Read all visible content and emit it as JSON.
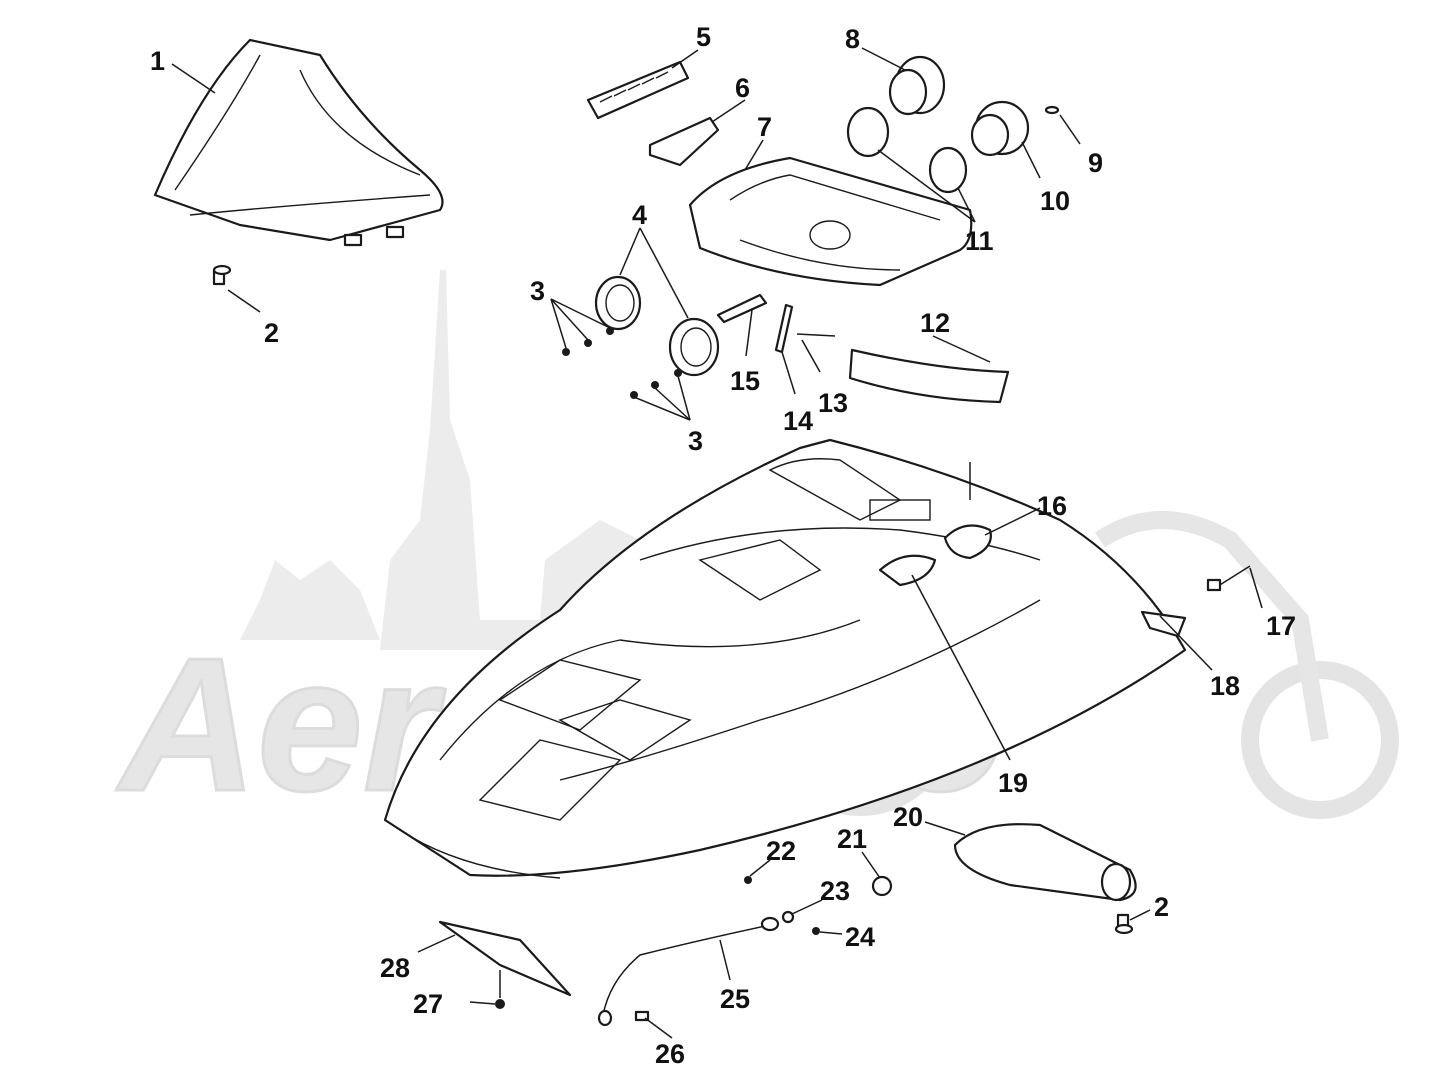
{
  "watermark": {
    "text": "AeroMoto",
    "color": "#e6e6e6"
  },
  "callouts": {
    "c1": "1",
    "c2a": "2",
    "c2b": "2",
    "c3a": "3",
    "c3b": "3",
    "c4": "4",
    "c5": "5",
    "c6": "6",
    "c7": "7",
    "c8": "8",
    "c9": "9",
    "c10": "10",
    "c11": "11",
    "c12": "12",
    "c13": "13",
    "c14": "14",
    "c15": "15",
    "c16": "16",
    "c17": "17",
    "c18": "18",
    "c19": "19",
    "c20": "20",
    "c21": "21",
    "c22": "22",
    "c23": "23",
    "c24": "24",
    "c25": "25",
    "c26": "26",
    "c27": "27",
    "c28": "28"
  }
}
